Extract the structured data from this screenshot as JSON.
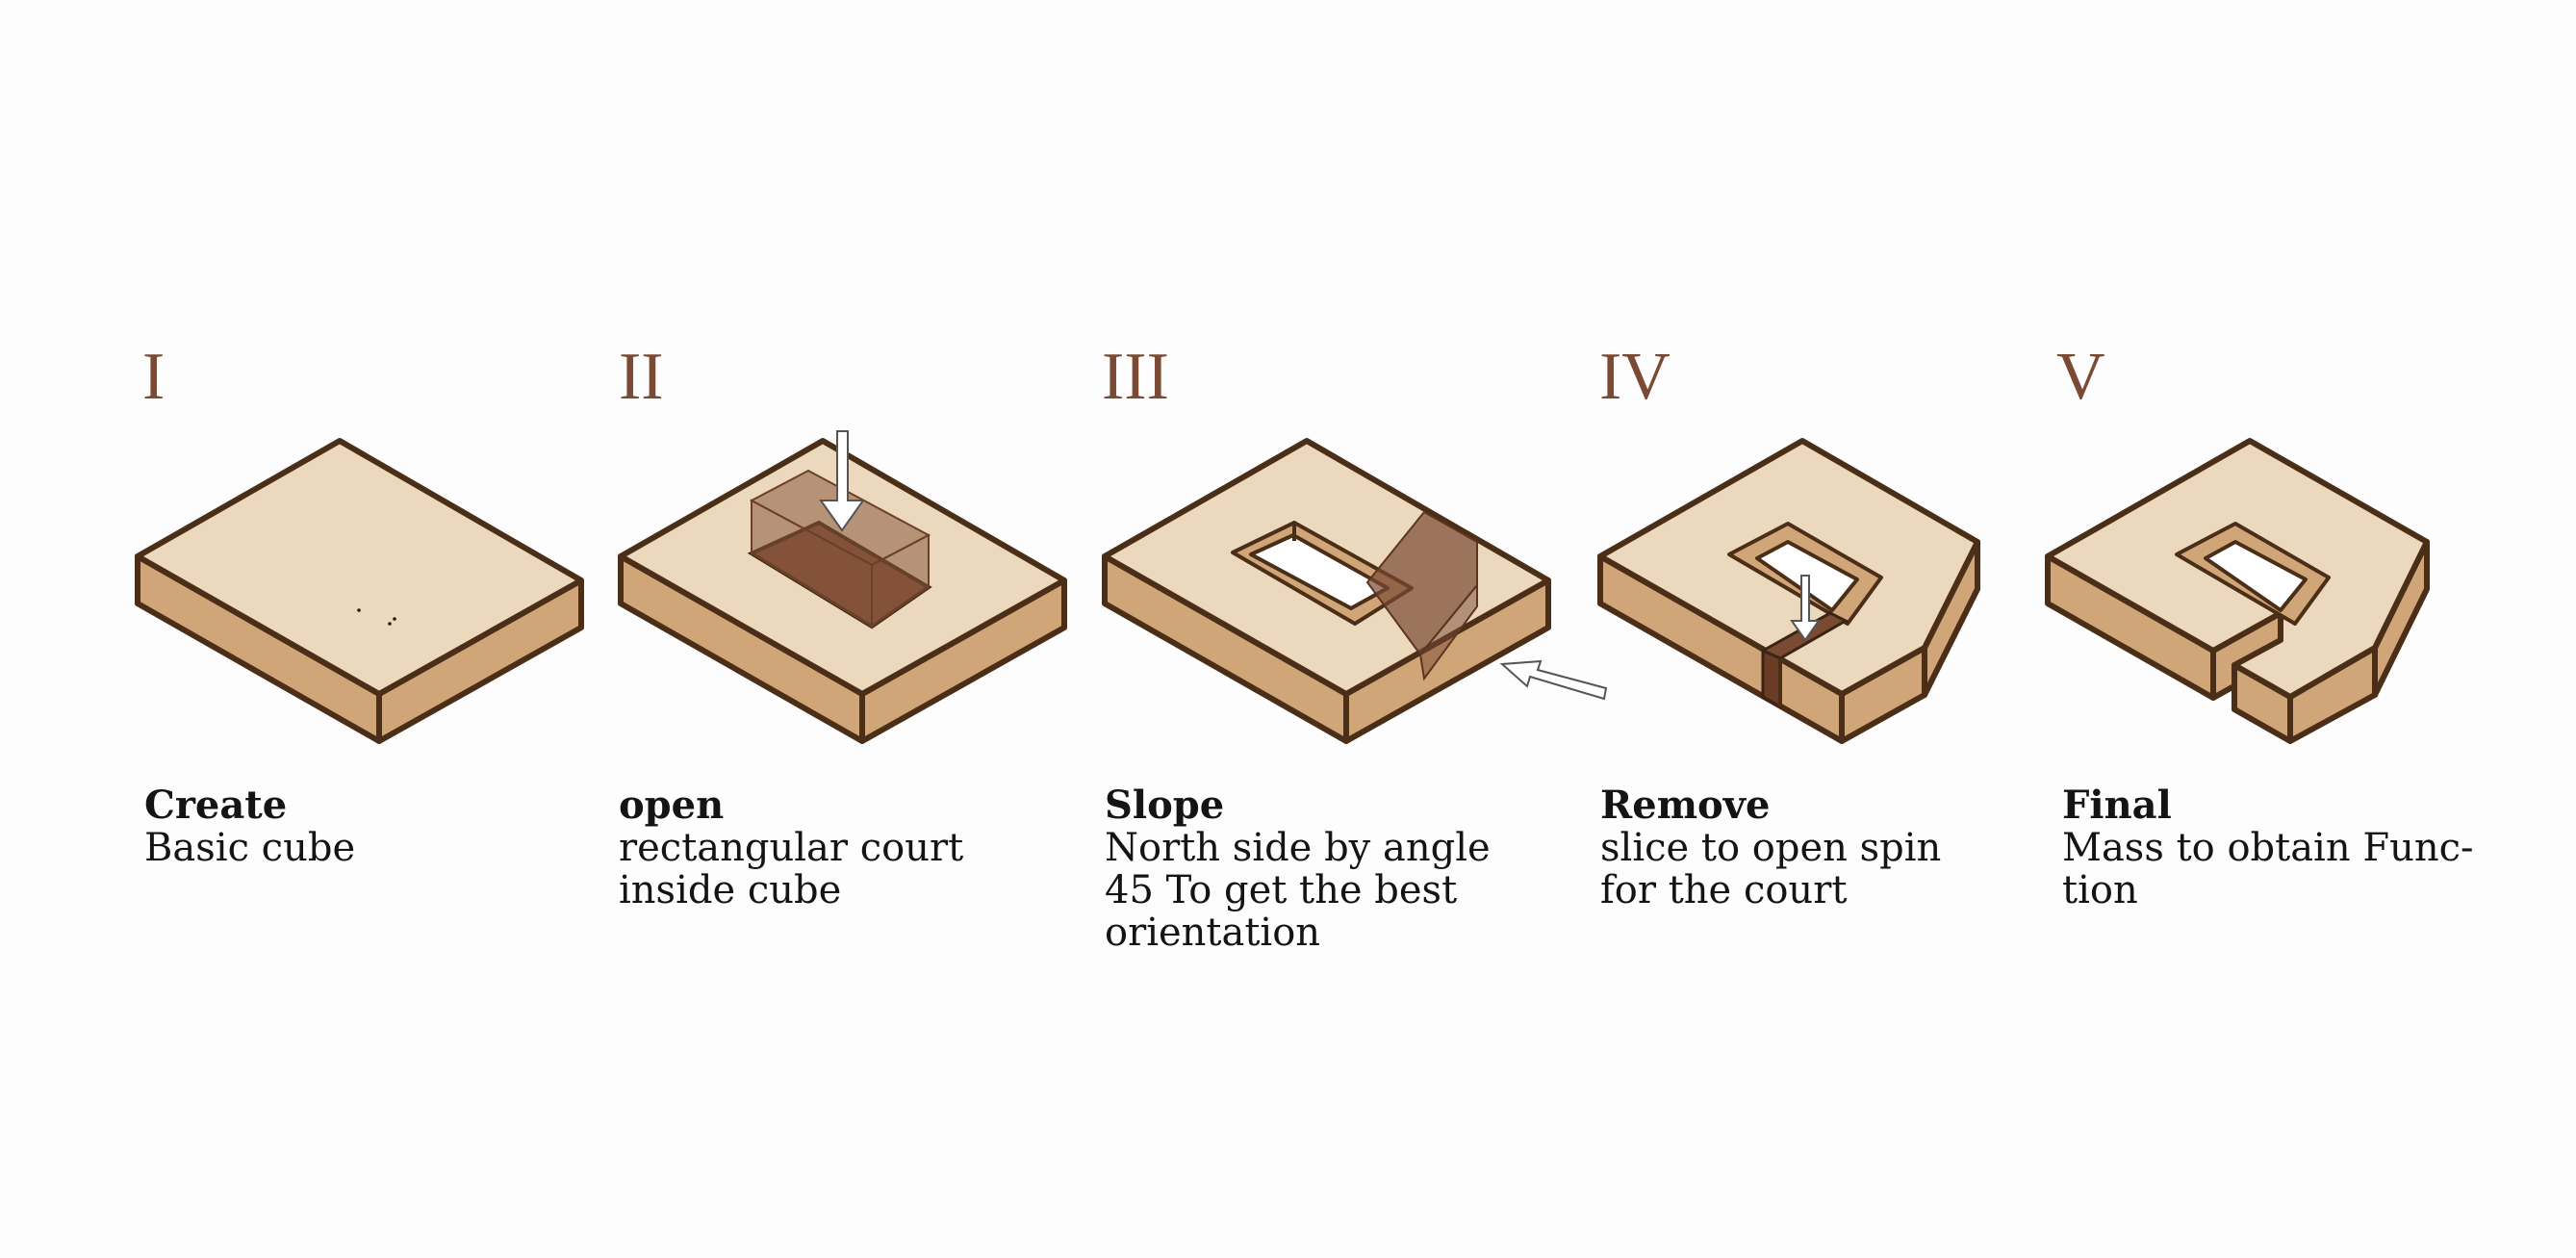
{
  "steps": [
    {
      "numeral": "I",
      "title": "Create",
      "desc_lines": [
        "Basic cube"
      ]
    },
    {
      "numeral": "II",
      "title": "open",
      "desc_lines": [
        "rectangular  court",
        "inside cube"
      ]
    },
    {
      "numeral": "III",
      "title": "Slope",
      "desc_lines": [
        "North side by angle",
        "45  To  get  the  best",
        "orientation"
      ]
    },
    {
      "numeral": "IV",
      "title": "Remove",
      "desc_lines": [
        "slice  to  open  spin",
        "for the court"
      ]
    },
    {
      "numeral": "V",
      "title": "Final",
      "desc_lines": [
        "Mass to obtain Func-",
        "tion"
      ]
    }
  ],
  "colors": {
    "top_face": "#ecd8bd",
    "side_face": "#d0a577",
    "outline": "#4a2e18",
    "dark_cut": "#7a4a33",
    "numeral": "#7b4a34"
  }
}
